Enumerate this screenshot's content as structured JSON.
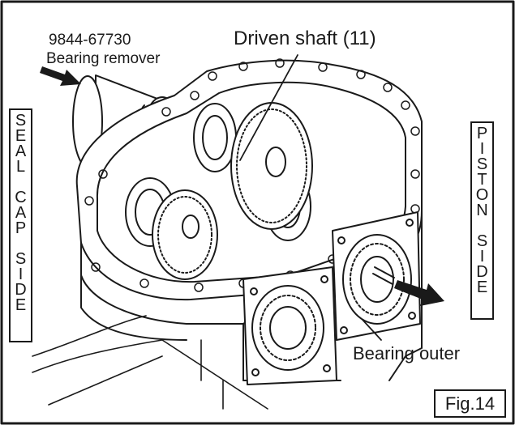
{
  "labels": {
    "part_number": "9844-67730",
    "part_name": "Bearing remover",
    "driven_shaft": "Driven shaft (11)",
    "bearing_outer": "Bearing outer",
    "figure": "Fig.14"
  },
  "side_labels": {
    "left": [
      "S",
      "E",
      "A",
      "L",
      "",
      "C",
      "A",
      "P",
      "",
      "S",
      "I",
      "D",
      "E"
    ],
    "right": [
      "P",
      "I",
      "S",
      "T",
      "O",
      "N",
      "",
      "S",
      "I",
      "D",
      "E"
    ]
  },
  "colors": {
    "line": "#1a1a1a",
    "background": "#ffffff"
  }
}
